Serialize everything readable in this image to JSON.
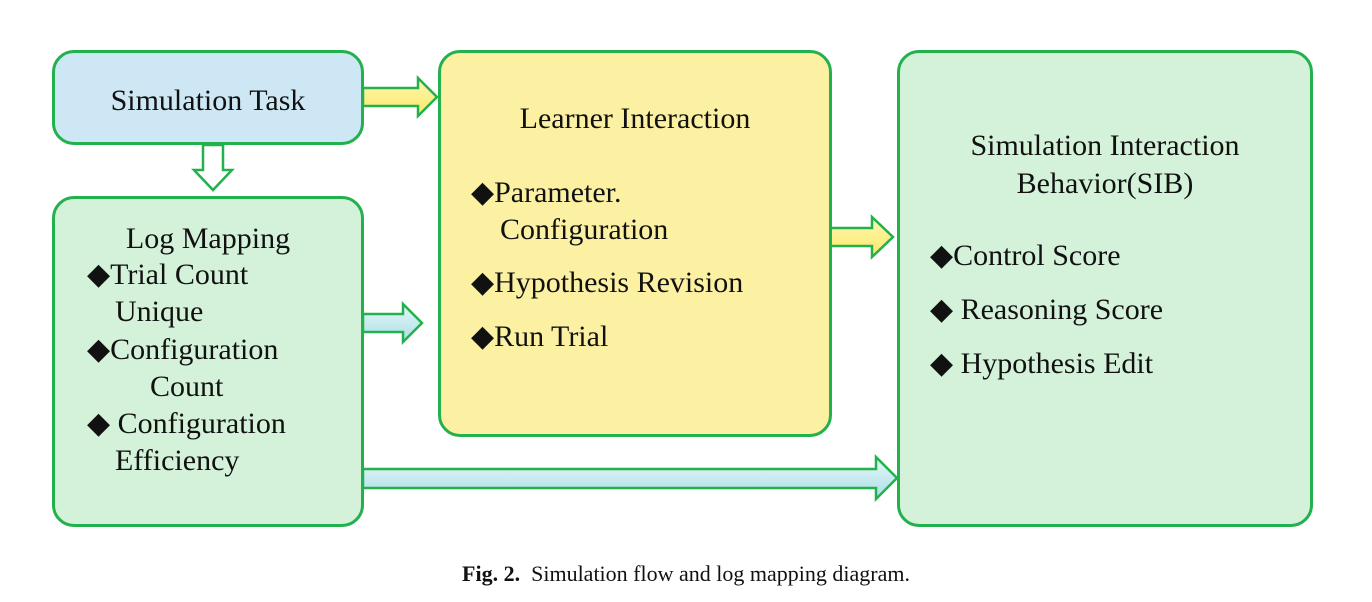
{
  "diagram": {
    "simulation_task": {
      "title": "Simulation Task"
    },
    "log_mapping": {
      "title": "Log Mapping",
      "items": [
        {
          "bullet": "◆",
          "line1": "Trial Count",
          "line2": "Unique"
        },
        {
          "bullet": "◆",
          "line1": "Configuration",
          "line2": "Count"
        },
        {
          "bullet": "◆",
          "line1": "Configuration",
          "line2": "Efficiency"
        }
      ]
    },
    "learner_interaction": {
      "title": "Learner Interaction",
      "items": [
        {
          "bullet": "◆",
          "line1": "Parameter.",
          "line2": "Configuration"
        },
        {
          "bullet": "◆",
          "line1": "Hypothesis Revision"
        },
        {
          "bullet": "◆",
          "line1": "Run Trial"
        }
      ]
    },
    "sib": {
      "title_line1": "Simulation Interaction",
      "title_line2": "Behavior(SIB)",
      "items": [
        {
          "bullet": "◆",
          "line1": "Control Score"
        },
        {
          "bullet": "◆",
          "line1": "Reasoning Score"
        },
        {
          "bullet": "◆",
          "line1": "Hypothesis Edit"
        }
      ]
    },
    "colors": {
      "border": "#22b14c",
      "task_fill": "#cde8f4",
      "mapping_fill": "#d4f2d9",
      "learner_fill": "#fcf1a2",
      "sib_fill": "#d4f2d9"
    }
  },
  "caption": {
    "label": "Fig. 2.",
    "text": "Simulation flow and log mapping diagram."
  }
}
